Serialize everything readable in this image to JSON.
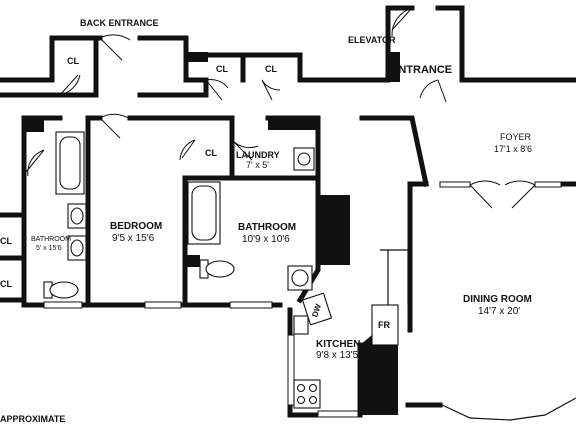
{
  "labels": {
    "back_entrance": "BACK ENTRANCE",
    "elevator": "ELEVATOR",
    "entrance": "ENTRANCE",
    "closet": "CL",
    "foyer_name": "FOYER",
    "foyer_dim": "17'1 x 8'6",
    "laundry_name": "LAUNDRY",
    "laundry_dim": "7' x 5'",
    "bedroom_name": "BEDROOM",
    "bedroom_dim": "9'5 x 15'6",
    "bath_main_name": "BATHROOM",
    "bath_main_dim": "10'9 x 10'6",
    "bath_small_name": "BATHROOM",
    "bath_small_dim": "5' x 15'6",
    "dining_name": "DINING ROOM",
    "dining_dim": "14'7 x 20'",
    "kitchen_name": "KITCHEN",
    "kitchen_dim": "9'8 x 13'5",
    "dw": "DW",
    "fr": "FR",
    "footer": "APPROXIMATE"
  }
}
